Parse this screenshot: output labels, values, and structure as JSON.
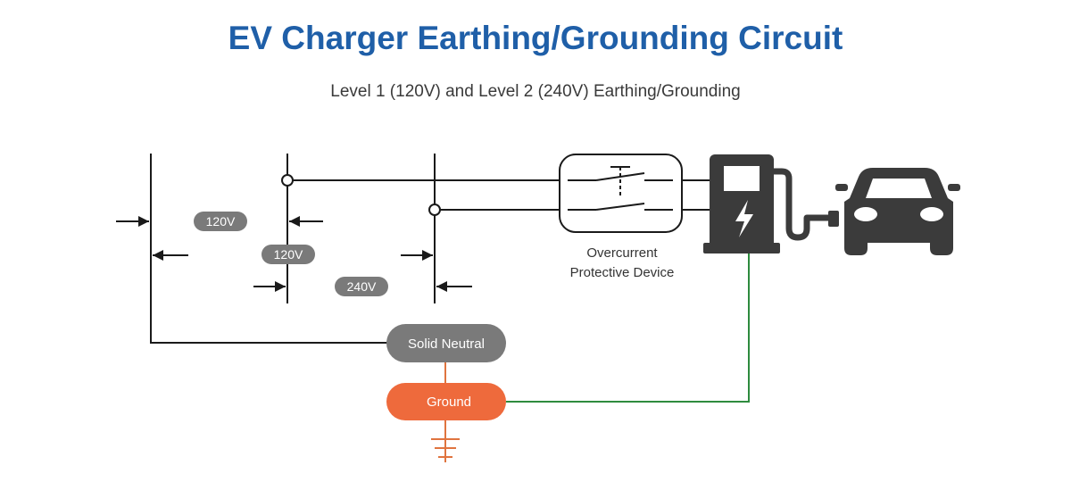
{
  "header": {
    "title": "EV Charger Earthing/Grounding Circuit",
    "subtitle": "Level 1 (120V) and Level 2 (240V) Earthing/Grounding"
  },
  "voltage_labels": {
    "v1": "120V",
    "v2": "120V",
    "v3": "240V"
  },
  "device": {
    "line1": "Overcurrent",
    "line2": "Protective Device"
  },
  "nodes": {
    "neutral": "Solid Neutral",
    "ground": "Ground"
  },
  "colors": {
    "title": "#1f5fa8",
    "wire": "#1a1a1a",
    "pill_gray": "#7a7a7a",
    "ground_pill": "#ee6a3c",
    "ground_wire": "#2e8b3e",
    "ground_stub": "#e0743f",
    "icon": "#3b3b3b"
  },
  "icons": {
    "charger": "ev-charger-icon",
    "car": "car-icon",
    "bolt": "lightning-bolt-icon",
    "earth": "earth-ground-icon"
  }
}
